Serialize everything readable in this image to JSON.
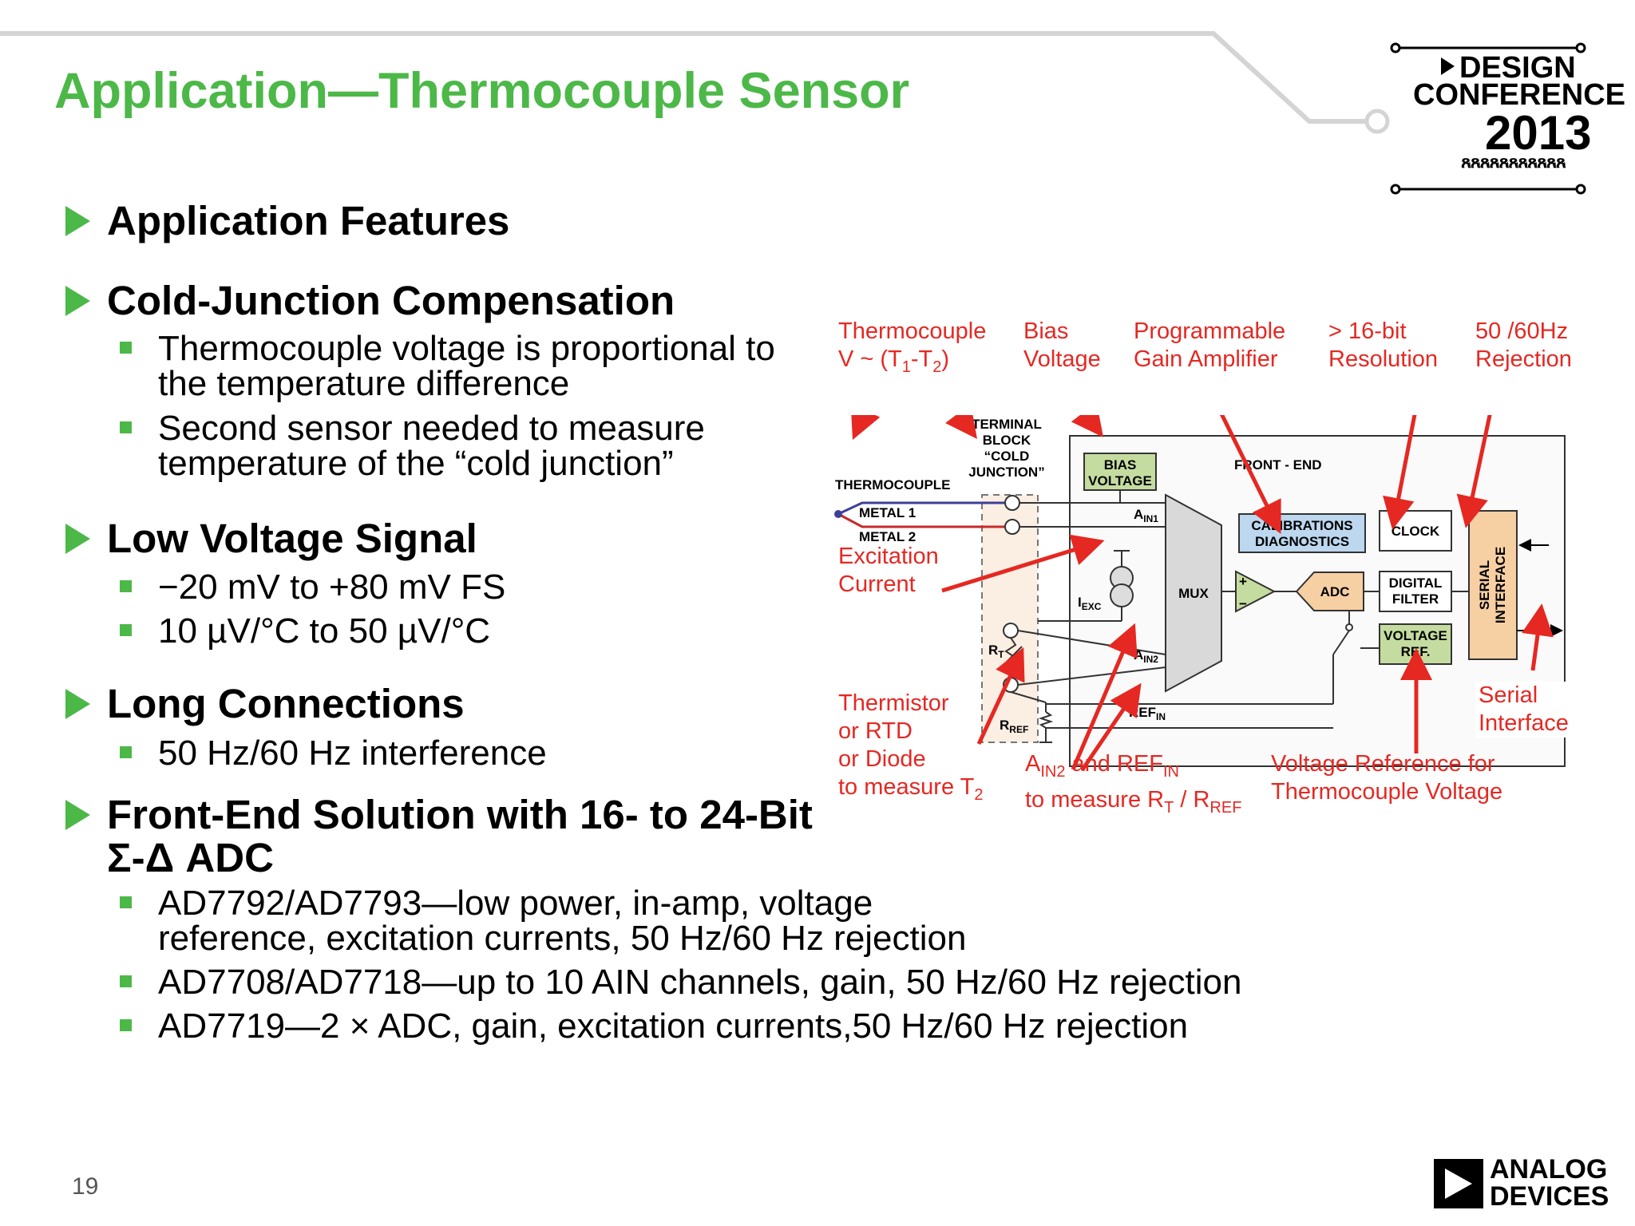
{
  "title": "Application—Thermocouple Sensor",
  "page_number": "19",
  "logo_conference": {
    "line1": "DESIGN",
    "line2": "CONFERENCE",
    "year": "2013"
  },
  "logo_company": {
    "line1": "ANALOG",
    "line2": "DEVICES"
  },
  "bullets": {
    "features": "Application Features",
    "cjc": {
      "heading": "Cold-Junction Compensation",
      "item1_line1": "Thermocouple voltage is proportional to",
      "item1_line2": "the temperature difference",
      "item2_line1": "Second sensor needed to measure",
      "item2_line2": "temperature of the “cold junction”"
    },
    "low_voltage": {
      "heading": "Low Voltage Signal",
      "item1": "−20 mV to +80 mV FS",
      "item2": "10 µV/°C to 50 µV/°C"
    },
    "long_conn": {
      "heading": "Long Connections",
      "item1": "50 Hz/60 Hz interference"
    },
    "front_end": {
      "heading_line1": "Front-End Solution with 16- to 24-Bit",
      "heading_line2": "Σ-Δ ADC",
      "item1_line1": "AD7792/AD7793—low power, in-amp, voltage",
      "item1_line2": "reference, excitation currents, 50 Hz/60 Hz rejection",
      "item2": "AD7708/AD7718—up to 10 AIN channels, gain, 50 Hz/60 Hz rejection",
      "item3": "AD7719—2 × ADC, gain, excitation currents,50 Hz/60 Hz rejection"
    }
  },
  "annotations": {
    "thermocouple": {
      "line1": "Thermocouple",
      "line2_a": "V ~ (T",
      "sub1": "1",
      "line2_b": "-T",
      "sub2": "2",
      "line2_c": ")"
    },
    "bias": {
      "line1": "Bias",
      "line2": "Voltage"
    },
    "pga": {
      "line1": "Programmable",
      "line2": "Gain Amplifier"
    },
    "resolution": {
      "line1": "> 16-bit",
      "line2": "Resolution"
    },
    "rejection": {
      "line1": "50 /60Hz",
      "line2": "Rejection"
    },
    "excitation": {
      "line1": "Excitation",
      "line2": "Current"
    },
    "thermistor": {
      "line1": "Thermistor",
      "line2": "or RTD",
      "line3": "or Diode",
      "line4_a": "to measure T",
      "line4_sub": "2"
    },
    "ain2": {
      "a": "A",
      "a_sub": "IN2",
      "b": " and REF",
      "b_sub": "IN",
      "line2_a": "to measure R",
      "line2_sub1": "T",
      "line2_b": " / R",
      "line2_sub2": "REF"
    },
    "vref": {
      "line1": "Voltage Reference for",
      "line2": "Thermocouple Voltage"
    },
    "serial": {
      "line1": "Serial",
      "line2": "Interface"
    }
  },
  "diagram": {
    "terminal_block": [
      "TERMINAL",
      "BLOCK",
      "“COLD",
      "JUNCTION”"
    ],
    "thermocouple": "THERMOCOUPLE",
    "metal1": "METAL 1",
    "metal2": "METAL 2",
    "bias_voltage": [
      "BIAS",
      "VOLTAGE"
    ],
    "front_end": "FRONT - END",
    "ain1": "A",
    "ain1_sub": "IN1",
    "ain2": "A",
    "ain2_sub": "IN2",
    "refin": "REF",
    "refin_sub": "IN",
    "iexc": "I",
    "iexc_sub": "EXC",
    "rt": "R",
    "rt_sub": "T",
    "rref": "R",
    "rref_sub": "REF",
    "mux": "MUX",
    "calibrations": [
      "CALIBRATIONS",
      "DIAGNOSTICS"
    ],
    "clock": "CLOCK",
    "adc": "ADC",
    "digital_filter": [
      "DIGITAL",
      "FILTER"
    ],
    "voltage_ref": [
      "VOLTAGE",
      "REF."
    ],
    "serial_interface": [
      "SERIAL",
      "INTERFACE"
    ],
    "plus": "+",
    "minus": "−"
  },
  "colors": {
    "green": "#4cb848",
    "red": "#e52822",
    "block_green": "#c5dca0",
    "block_orange": "#f6cfa3",
    "block_blue": "#bcd7ee"
  }
}
